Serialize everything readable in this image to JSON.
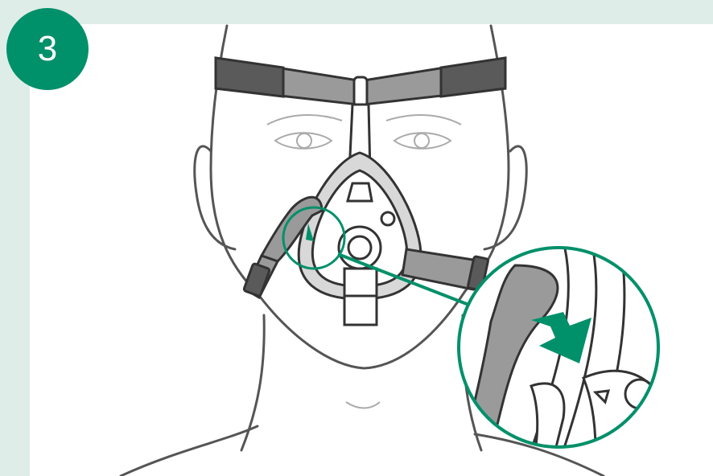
{
  "step": {
    "number": "3"
  },
  "colors": {
    "background": "#deede8",
    "panel": "#ffffff",
    "accent": "#00906a",
    "line": "#555555",
    "strap_gray": "#9a9a9a",
    "strap_dark": "#5a5a5a",
    "mask_shell": "#d8d8d8"
  },
  "illustration": {
    "subject": "face-with-full-face-mask",
    "callout": "magnified-headgear-clip",
    "arrow_direction": "down-right"
  }
}
